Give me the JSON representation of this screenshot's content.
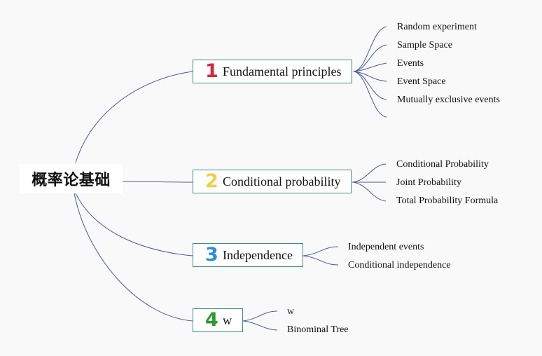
{
  "root": {
    "label": "概率论基础"
  },
  "colors": {
    "link": "#4a5a9c",
    "node_border": "#3f8f7b",
    "num1": "#d9253b",
    "num2": "#f2cf4a",
    "num3": "#2a8fd6",
    "num4": "#2f9a2f"
  },
  "branches": [
    {
      "num": "1",
      "label": "Fundamental principles",
      "leaves": [
        "Random experiment",
        "Sample Space",
        "Events",
        "Event Space",
        "Mutually exclusive events",
        ""
      ]
    },
    {
      "num": "2",
      "label": "Conditional probability",
      "leaves": [
        "Conditional Probability",
        "Joint Probability",
        "Total Probability Formula"
      ]
    },
    {
      "num": "3",
      "label": "Independence",
      "leaves": [
        "Independent events",
        "Conditional independence"
      ]
    },
    {
      "num": "4",
      "label": "w",
      "leaves": [
        "w",
        "Binominal Tree"
      ]
    }
  ]
}
